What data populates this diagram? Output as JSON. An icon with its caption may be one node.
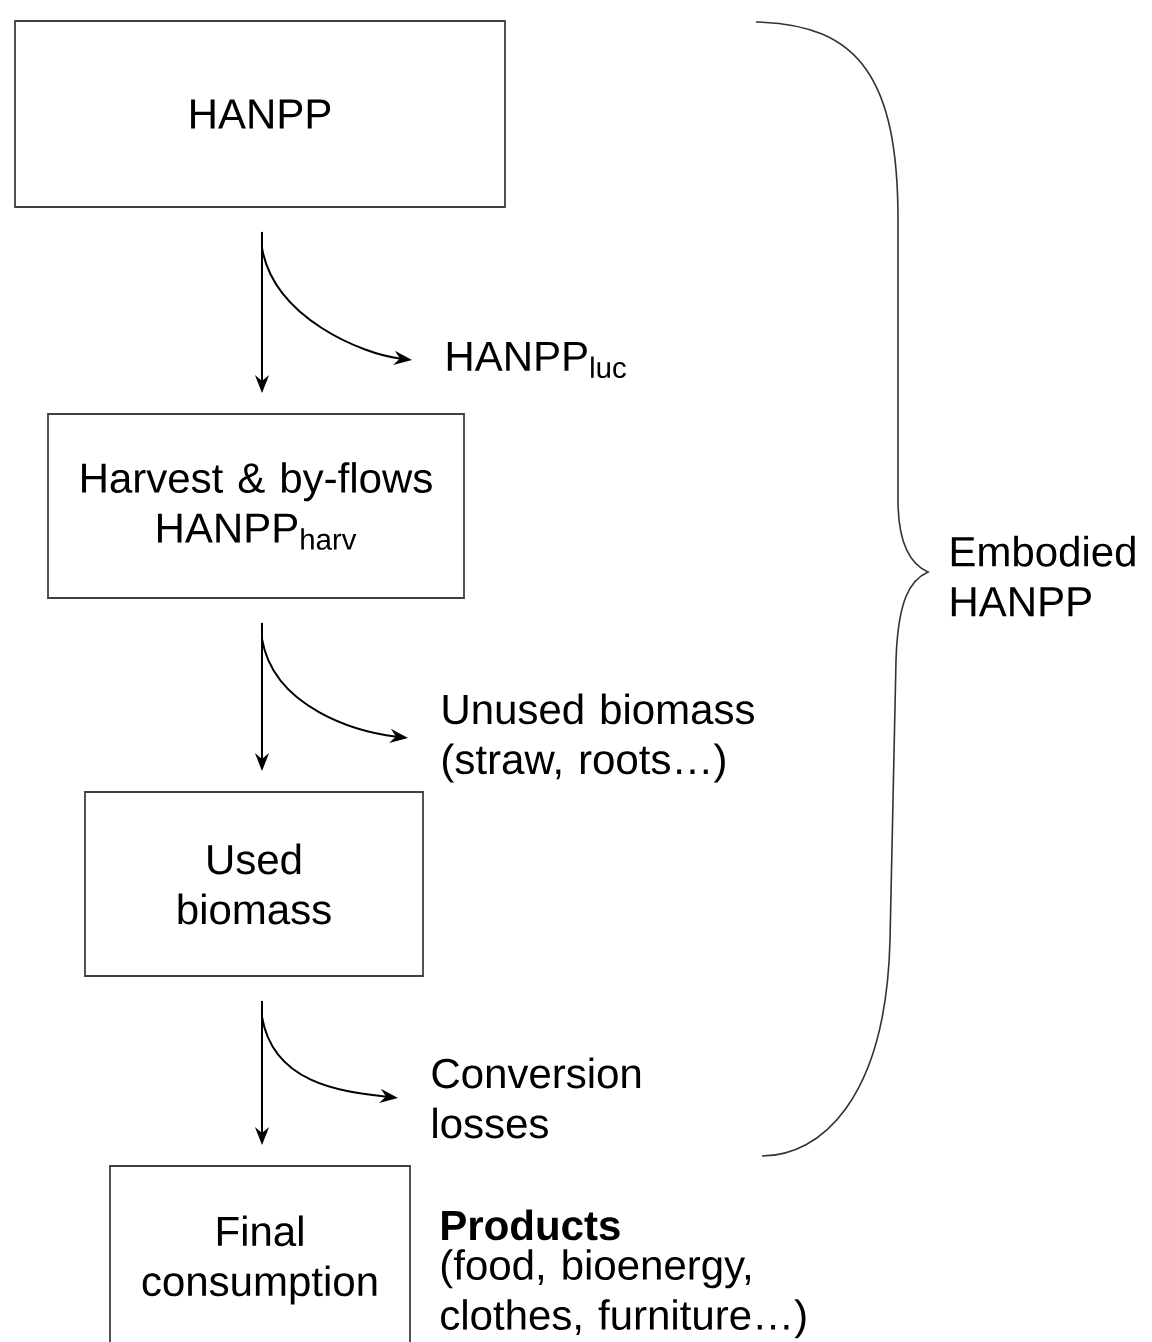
{
  "diagram": {
    "nodes": [
      {
        "text": [
          "HANPP"
        ]
      },
      {
        "text": [
          "Harvest & by-flows HANPP$_{harv}$"
        ]
      },
      {
        "text": [
          "Used biomass"
        ]
      },
      {
        "text": [
          "Final consumption"
        ],
        "beside": [
          "Products",
          "(food, bioenergy, clothes, furniture…)"
        ]
      },
      {
        "text": [
          "HANPP$_{luc}$"
        ]
      },
      {
        "text": [
          "Unused biomass (straw, roots…)"
        ]
      },
      {
        "text": [
          "Conversion losses"
        ]
      }
    ],
    "edges": [
      {
        "from": 0,
        "to": 1,
        "arrow": "to"
      },
      {
        "from": 0,
        "to": 4,
        "arrow": "to"
      },
      {
        "from": 1,
        "to": 2,
        "arrow": "to"
      },
      {
        "from": 1,
        "to": 5,
        "arrow": "to"
      },
      {
        "from": 2,
        "to": 3,
        "arrow": "to"
      },
      {
        "from": 2,
        "to": 6,
        "arrow": "to"
      }
    ],
    "labels": [
      "Embodied HANPP"
    ]
  }
}
